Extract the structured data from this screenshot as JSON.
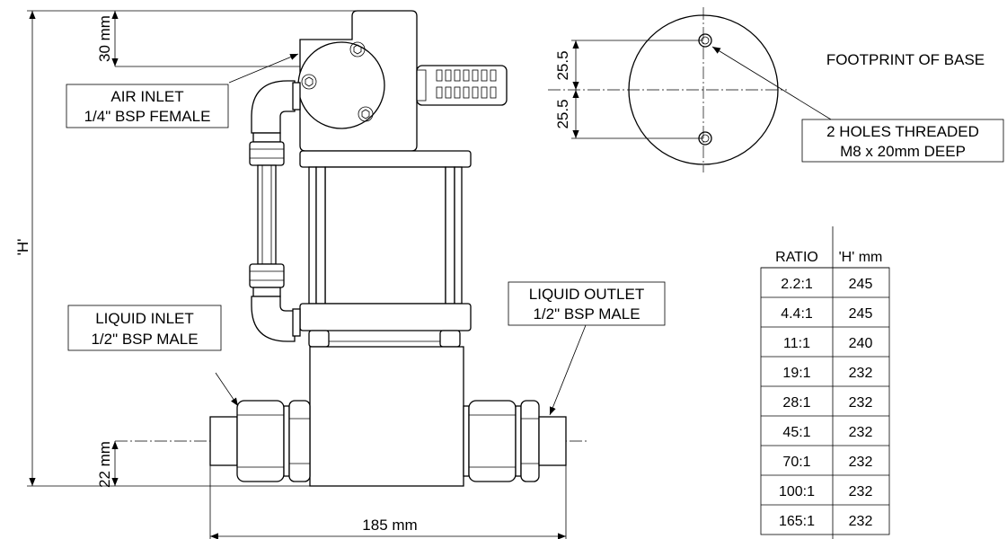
{
  "dimensions": {
    "top_offset": "30 mm",
    "overall_height": "'H'",
    "bottom_offset": "22 mm",
    "width": "185 mm",
    "base_hole_upper": "25.5",
    "base_hole_lower": "25.5"
  },
  "labels": {
    "air_inlet": [
      "AIR INLET",
      "1/4\" BSP FEMALE"
    ],
    "liquid_inlet": [
      "LIQUID INLET",
      "1/2\" BSP MALE"
    ],
    "liquid_outlet": [
      "LIQUID OUTLET",
      "1/2\" BSP MALE"
    ],
    "footprint": "FOOTPRINT OF BASE",
    "holes": [
      "2 HOLES THREADED",
      "M8 x 20mm DEEP"
    ]
  },
  "ratio_table": {
    "headers": [
      "RATIO",
      "'H' mm"
    ],
    "rows": [
      [
        "2.2:1",
        "245"
      ],
      [
        "4.4:1",
        "245"
      ],
      [
        "11:1",
        "240"
      ],
      [
        "19:1",
        "232"
      ],
      [
        "28:1",
        "232"
      ],
      [
        "45:1",
        "232"
      ],
      [
        "70:1",
        "232"
      ],
      [
        "100:1",
        "232"
      ],
      [
        "165:1",
        "232"
      ]
    ]
  }
}
